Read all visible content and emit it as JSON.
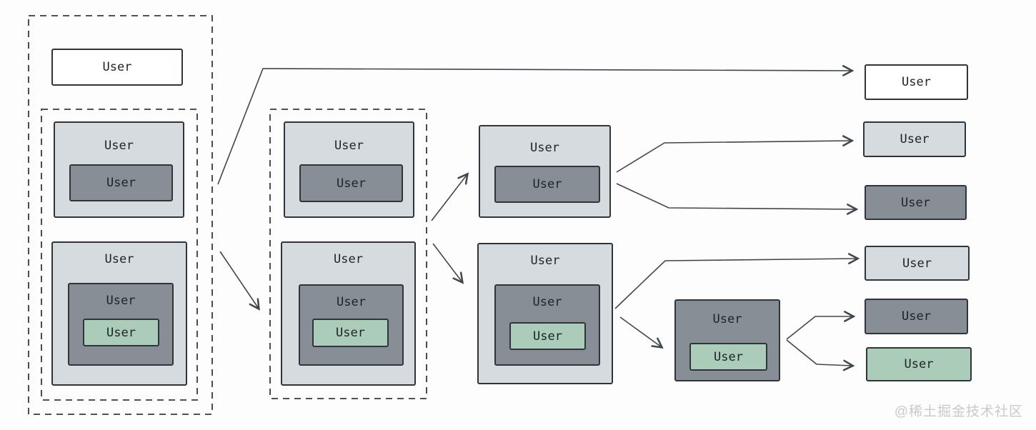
{
  "watermark": "@稀土掘金技术社区",
  "colors": {
    "background": "#fdfdfd",
    "box_white": "#ffffff",
    "box_light_gray": "#d6dbe0",
    "box_dark_gray": "#878e96",
    "box_green": "#abccb8",
    "box_stroke": "#2f353b",
    "dashed_stroke": "#343a40",
    "arrow_stroke": "#3f464d",
    "label_text": "#1d2329",
    "watermark_text": "#c9c9c9"
  },
  "diagram": {
    "description": "Nested User component containers are progressively unwrapped left-to-right into a flat list of User boxes",
    "containers": [
      {
        "id": "group1-outer-dashed",
        "style": "dashed"
      },
      {
        "id": "group1-inner-dashed",
        "style": "dashed"
      },
      {
        "id": "group2-dashed",
        "style": "dashed"
      }
    ],
    "edges": [
      {
        "from": "group1",
        "to": "output-1"
      },
      {
        "from": "group1",
        "to": "group2"
      },
      {
        "from": "group2",
        "to": "stage3-top"
      },
      {
        "from": "group2",
        "to": "stage3-bottom"
      },
      {
        "from": "stage3-top",
        "to": "output-2"
      },
      {
        "from": "stage3-top",
        "to": "output-3"
      },
      {
        "from": "stage3-bottom",
        "to": "output-4"
      },
      {
        "from": "stage3-bottom",
        "to": "stage4-box"
      },
      {
        "from": "stage4-box",
        "to": "output-5"
      },
      {
        "from": "stage4-box",
        "to": "output-6"
      }
    ]
  },
  "nodes": [
    {
      "id": "group1-user",
      "label": "User",
      "variant": "white"
    },
    {
      "id": "group1-boxA",
      "label": "User",
      "variant": "light"
    },
    {
      "id": "group1-boxA-inner",
      "label": "User",
      "variant": "dark"
    },
    {
      "id": "group1-boxB",
      "label": "User",
      "variant": "light"
    },
    {
      "id": "group1-boxB-mid",
      "label": "User",
      "variant": "dark"
    },
    {
      "id": "group1-boxB-core",
      "label": "User",
      "variant": "green"
    },
    {
      "id": "group2-boxA",
      "label": "User",
      "variant": "light"
    },
    {
      "id": "group2-boxA-inner",
      "label": "User",
      "variant": "dark"
    },
    {
      "id": "group2-boxB",
      "label": "User",
      "variant": "light"
    },
    {
      "id": "group2-boxB-mid",
      "label": "User",
      "variant": "dark"
    },
    {
      "id": "group2-boxB-core",
      "label": "User",
      "variant": "green"
    },
    {
      "id": "stage3-top",
      "label": "User",
      "variant": "light"
    },
    {
      "id": "stage3-top-inner",
      "label": "User",
      "variant": "dark"
    },
    {
      "id": "stage3-bottom",
      "label": "User",
      "variant": "light"
    },
    {
      "id": "stage3-bottom-mid",
      "label": "User",
      "variant": "dark"
    },
    {
      "id": "stage3-bottom-core",
      "label": "User",
      "variant": "green"
    },
    {
      "id": "stage4-box",
      "label": "User",
      "variant": "dark"
    },
    {
      "id": "stage4-box-core",
      "label": "User",
      "variant": "green"
    },
    {
      "id": "output-1",
      "label": "User",
      "variant": "white"
    },
    {
      "id": "output-2",
      "label": "User",
      "variant": "light"
    },
    {
      "id": "output-3",
      "label": "User",
      "variant": "dark"
    },
    {
      "id": "output-4",
      "label": "User",
      "variant": "light"
    },
    {
      "id": "output-5",
      "label": "User",
      "variant": "dark"
    },
    {
      "id": "output-6",
      "label": "User",
      "variant": "green"
    }
  ]
}
